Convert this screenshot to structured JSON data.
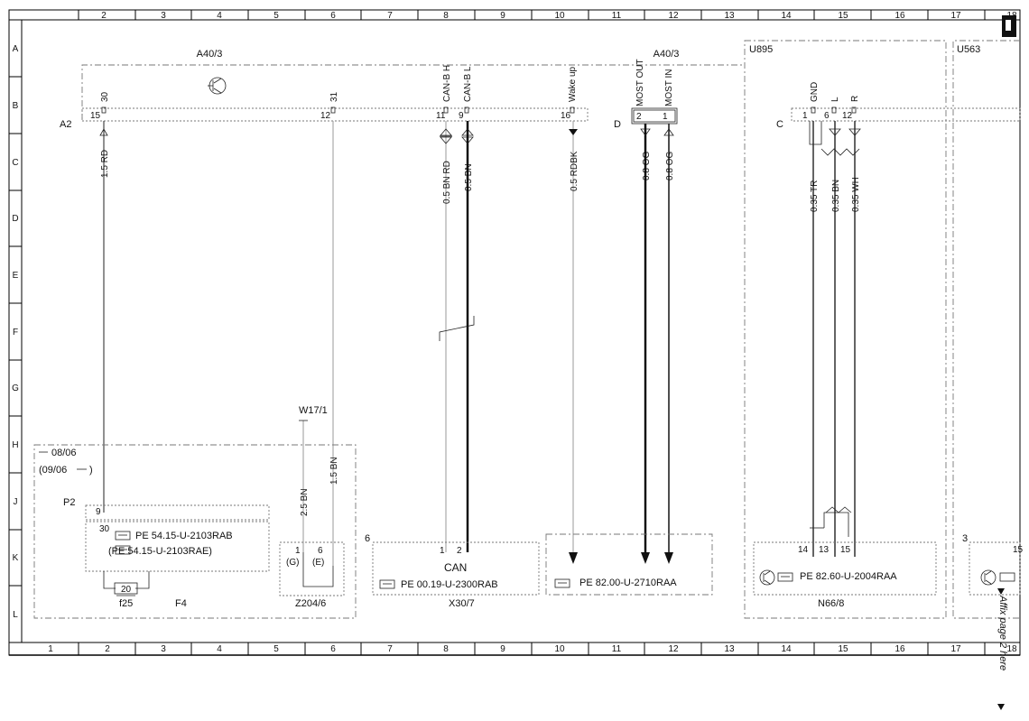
{
  "grid": {
    "cols": [
      "1",
      "2",
      "3",
      "4",
      "5",
      "6",
      "7",
      "8",
      "9",
      "10",
      "11",
      "12",
      "13",
      "14",
      "15",
      "16",
      "17",
      "18"
    ],
    "rows": [
      "A",
      "B",
      "C",
      "D",
      "E",
      "F",
      "G",
      "H",
      "J",
      "K",
      "L"
    ]
  },
  "components": {
    "a40_left": "A40/3",
    "a40_right": "A40/3",
    "u895": "U895",
    "u563": "U563",
    "a2": "A2",
    "conn_d": "D",
    "conn_c": "C",
    "w17": "W17/1",
    "p2": "P2",
    "f25": "f25",
    "f4": "F4",
    "z204": "Z204/6",
    "x30": "X30/7",
    "n66": "N66/8",
    "can": "CAN",
    "num6": "6",
    "num3": "3"
  },
  "pins": {
    "p30": "30",
    "p31": "31",
    "p15": "15",
    "p12": "12",
    "p11": "11",
    "p9": "9",
    "p16": "16",
    "p2": "2",
    "p1": "1",
    "c1": "1",
    "c6": "6",
    "c12": "12",
    "p2_9": "9",
    "p2_30": "30",
    "f25_20": "20",
    "z1": "1",
    "z6": "6",
    "zg": "(G)",
    "ze": "(E)",
    "x1": "1",
    "x2": "2",
    "n14": "14",
    "n13": "13",
    "n15": "15",
    "u15": "15"
  },
  "signals": {
    "can_bh": "CAN-B H",
    "can_bl": "CAN-B L",
    "wakeup": "Wake up",
    "most_out": "MOST OUT",
    "most_in": "MOST IN",
    "gnd": "GND",
    "l": "L",
    "r": "R"
  },
  "wires": {
    "w1": "1.5 RD",
    "w2": "0.5 BN RD",
    "w3": "0.5 BN",
    "w4": "0.5 RDBK",
    "w5": "0.8 OG",
    "w6": "0.8 OG",
    "w7": "0.35 TR",
    "w8": "0.35 BN",
    "w9": "0.35 WH",
    "w10": "2.5 BN",
    "w11": "1.5 BN"
  },
  "notes": {
    "date1": "08/06",
    "date2": "(09/06",
    "date2_end": ")"
  },
  "refs": {
    "pe1": "PE 54.15-U-2103RAB",
    "pe2": "(PE 54.15-U-2103RAE)",
    "pe3": "PE 00.19-U-2300RAB",
    "pe4": "PE 82.00-U-2710RAA",
    "pe5": "PE 82.60-U-2004RAA",
    "pe6": ""
  },
  "side_note": "Affix page 2 here"
}
